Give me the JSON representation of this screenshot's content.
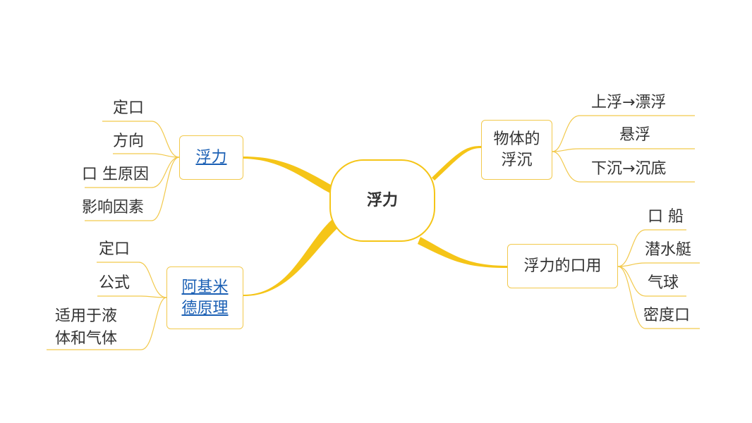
{
  "colors": {
    "branch": "#f5c518",
    "leaf_line": "#f2c94c",
    "link": "#1a5fb4"
  },
  "center": {
    "label": "浮力"
  },
  "branches": [
    {
      "label": "浮力",
      "is_link": true,
      "children": [
        "定口",
        "方向",
        "口 生原因",
        "影响因素"
      ]
    },
    {
      "label_lines": [
        "阿基米",
        "德原理"
      ],
      "is_link": true,
      "children": [
        "定口",
        "公式",
        "适用于液",
        "体和气体"
      ]
    },
    {
      "label_lines": [
        "物体的",
        "浮沉"
      ],
      "children": [
        "上浮→漂浮",
        "悬浮",
        "下沉→沉底"
      ]
    },
    {
      "label": "浮力的口用",
      "children": [
        "口 船",
        "潜水艇",
        "气球",
        "密度口"
      ]
    }
  ]
}
